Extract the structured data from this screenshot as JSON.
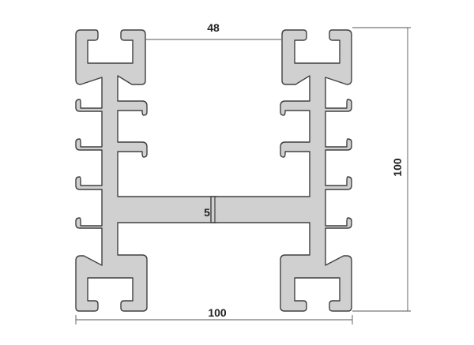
{
  "dimensions": {
    "top_gap": "48",
    "bottom_width": "100",
    "right_height": "100",
    "web_thickness": "5"
  },
  "colors": {
    "profile_fill": "#d0d0d0",
    "profile_stroke": "#404040"
  }
}
